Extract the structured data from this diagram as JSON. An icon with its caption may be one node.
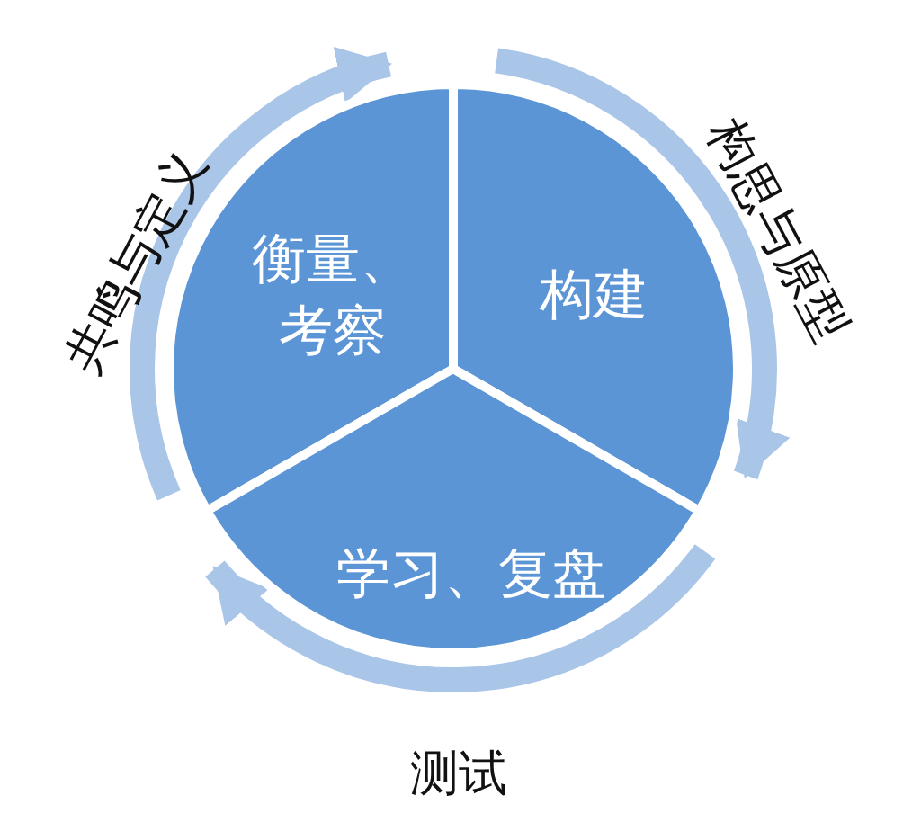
{
  "diagram": {
    "nodes": [
      {
        "text": [
          "衡量、考察"
        ]
      },
      {
        "text": [
          "构建"
        ]
      },
      {
        "text": [
          "学习、复盘"
        ]
      }
    ],
    "labels": [
      "共鸣与定义",
      "构思与原型",
      "测试"
    ]
  }
}
